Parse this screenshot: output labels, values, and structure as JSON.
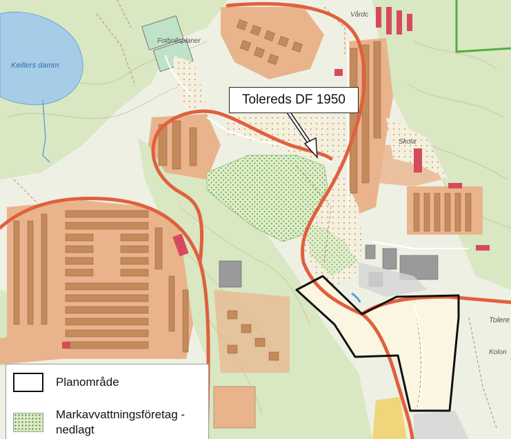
{
  "callout": {
    "label": "Tolereds DF 1950"
  },
  "places": {
    "lake": "Keillers damm",
    "football": "Fotbollsplaner",
    "care": "Vårdc",
    "school": "Skola",
    "tolered": "Tolere",
    "colony": "Kolon"
  },
  "legend": {
    "plan_area": "Planområde",
    "drainage": "Markavvattningsföretag - nedlagt"
  },
  "colors": {
    "road": "#e0603e",
    "building_brown": "#c58a5c",
    "building_red": "#d64b5c",
    "residential": "#e9b48c",
    "forest": "#d9e7c3",
    "open_land": "#eef0e4",
    "water": "#a6cce8",
    "drainage_fill": "#dbeec4",
    "boundary": "#111111"
  },
  "icons": {
    "plan_swatch": "rectangle-outline-icon",
    "drainage_swatch": "dotted-green-pattern-icon",
    "callout_arrow": "arrow-icon"
  }
}
